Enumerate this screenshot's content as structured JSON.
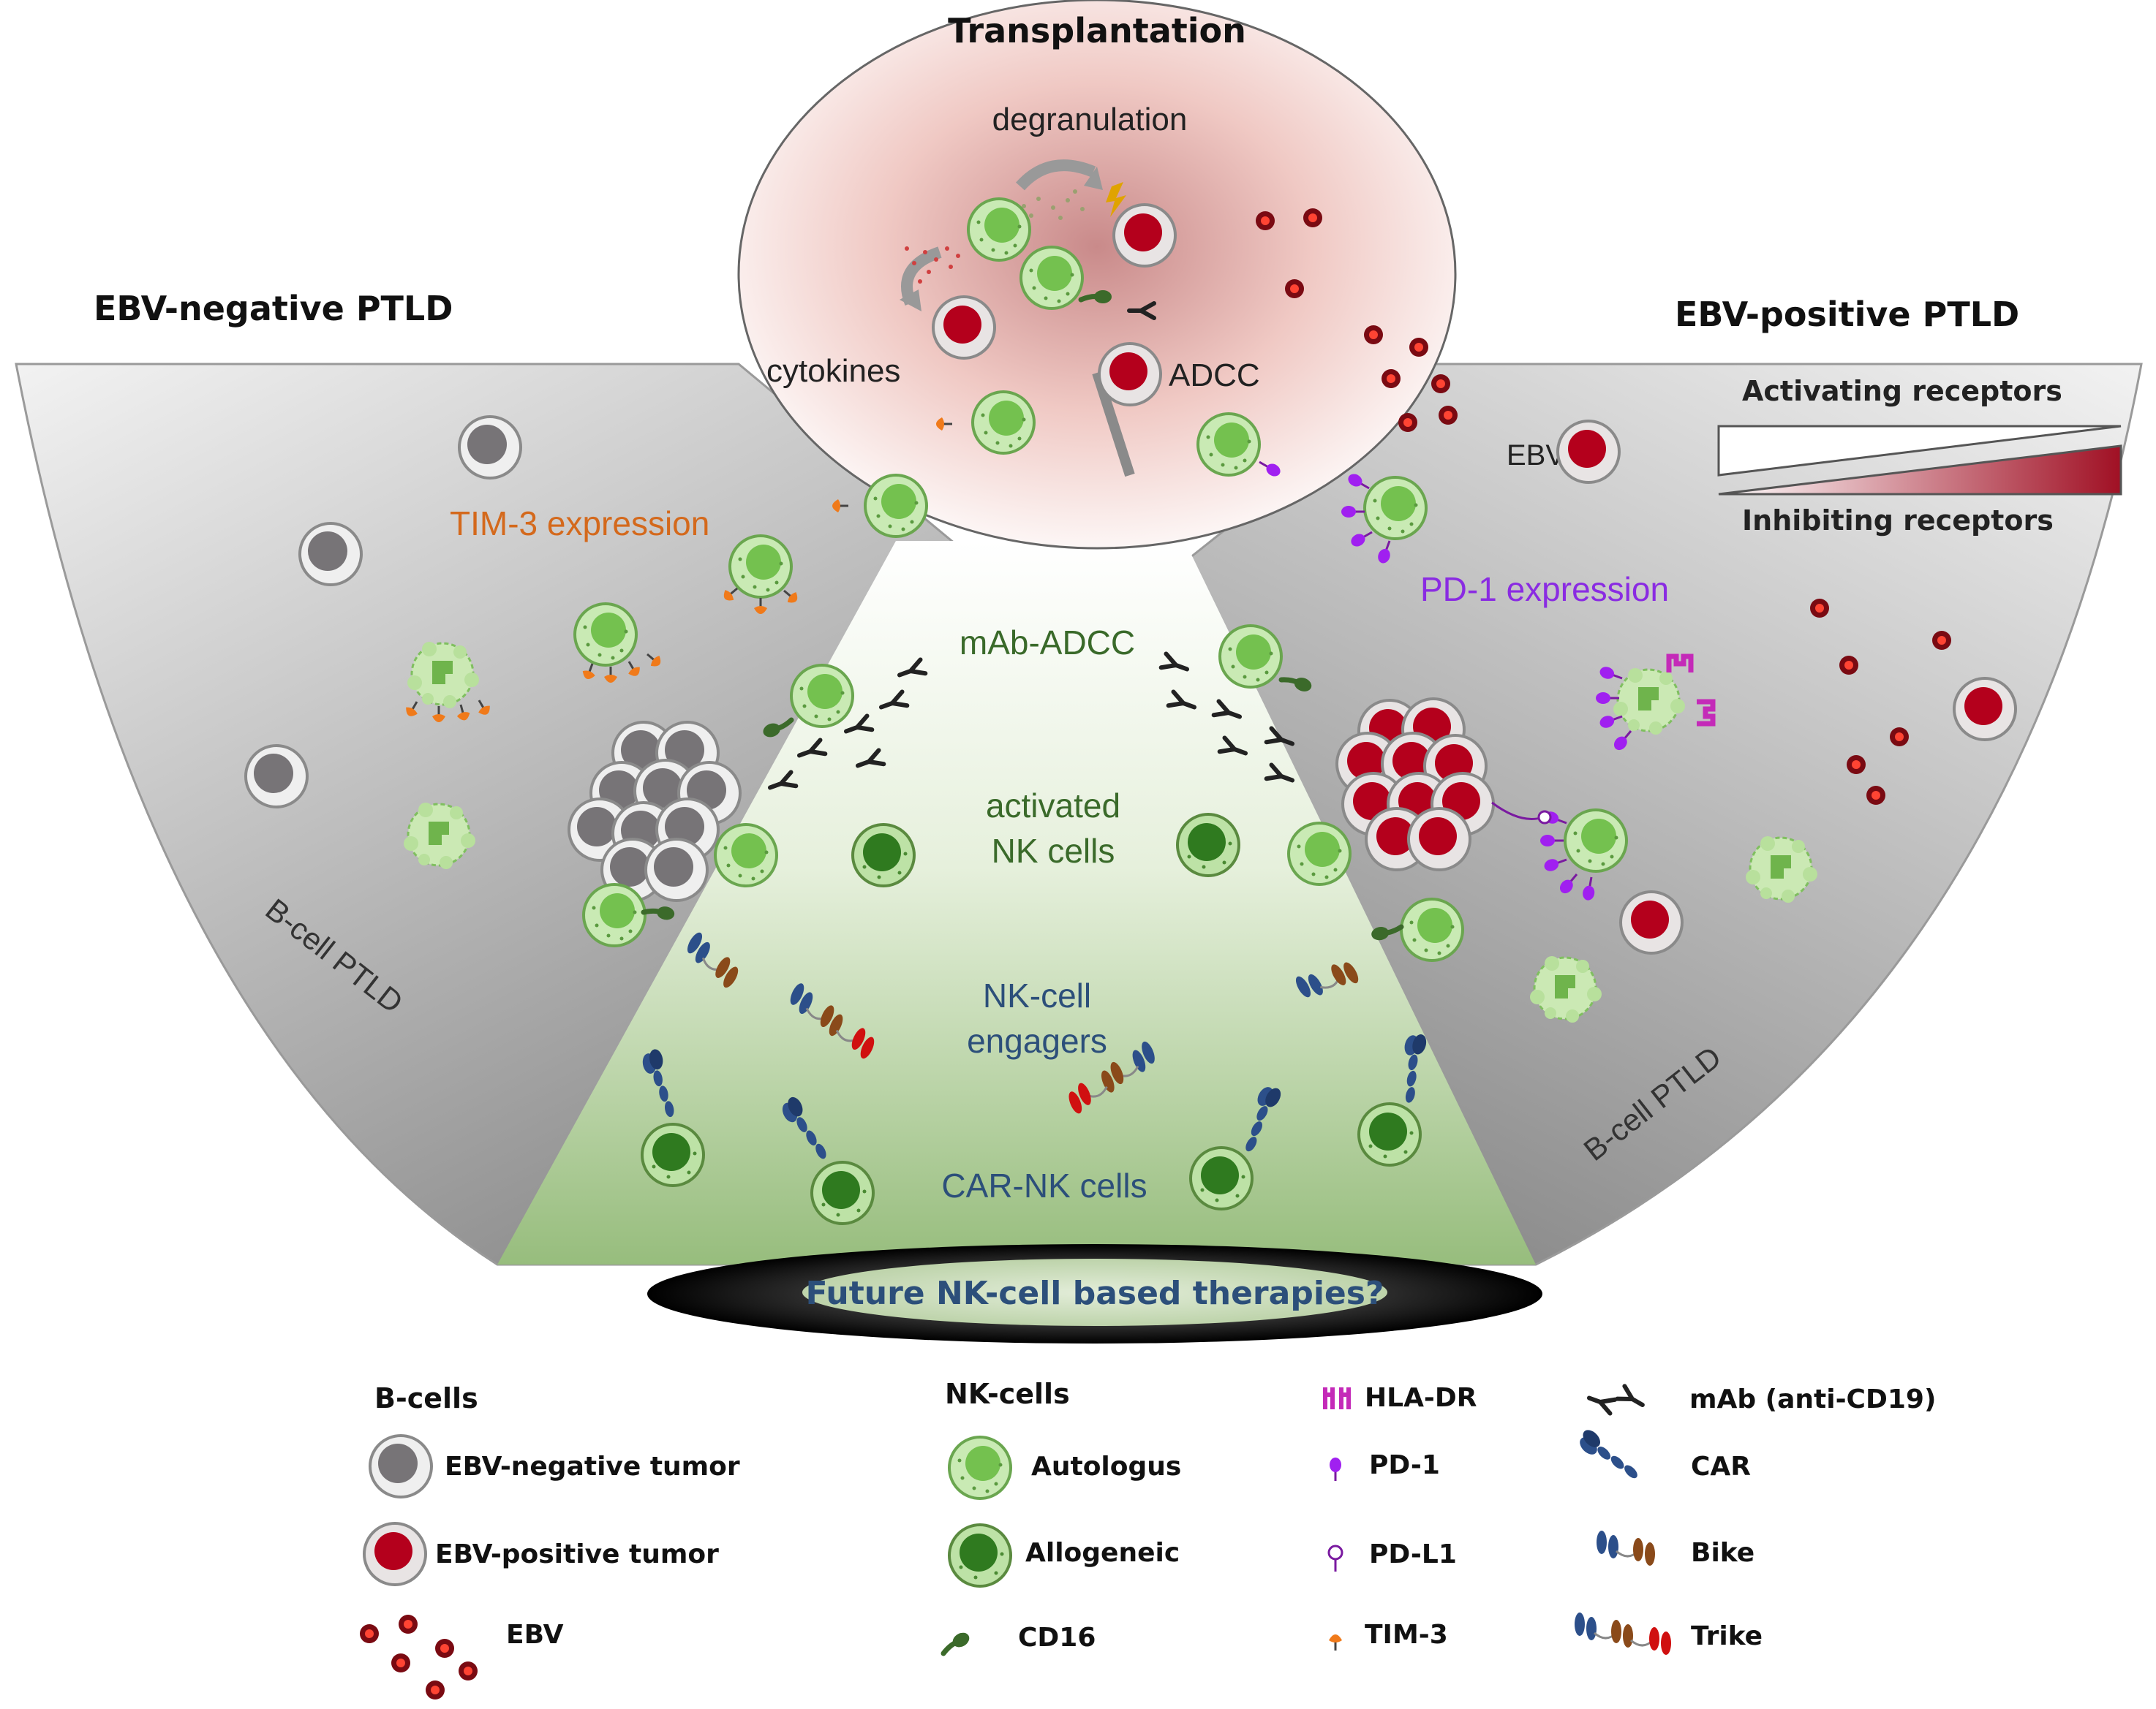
{
  "top_title": "Transplantation",
  "left_title": "EBV-negative PTLD",
  "right_title": "EBV-positive PTLD",
  "circle_labels": {
    "degranulation": "degranulation",
    "cytokines": "cytokines",
    "adcc": "ADCC"
  },
  "left_panel": {
    "tim3": "TIM-3 expression",
    "bcell": "B-cell PTLD"
  },
  "right_panel": {
    "ebv": "EBV",
    "pd1": "PD-1 expression",
    "bcell": "B-cell PTLD",
    "activating": "Activating receptors",
    "inhibiting": "Inhibiting receptors"
  },
  "center_panel": {
    "mab_adcc": "mAb-ADCC",
    "activated_1": "activated",
    "activated_2": "NK cells",
    "engagers_1": "NK-cell",
    "engagers_2": "engagers",
    "car": "CAR-NK cells",
    "future": "Future NK-cell based therapies?"
  },
  "legend": {
    "bcells_title": "B-cells",
    "ebv_neg_tumor": "EBV-negative tumor",
    "ebv_pos_tumor": "EBV-positive tumor",
    "ebv": "EBV",
    "nkcells_title": "NK-cells",
    "autologus": "Autologus",
    "allogeneic": "Allogeneic",
    "cd16": "CD16",
    "hla_dr": "HLA-DR",
    "pd1": "PD-1",
    "pdl1": "PD-L1",
    "tim3": "TIM-3",
    "mab": "mAb (anti-CD19)",
    "car": "CAR",
    "bike": "Bike",
    "trike": "Trike"
  },
  "colors": {
    "nk_light": "#8dd16a",
    "nk_dark": "#3b8a2a",
    "tumor_grey": "#7d7a7d",
    "tumor_red": "#b4001c",
    "tim3_orange": "#f07a1a",
    "pd1_purple": "#a020f0",
    "hla_magenta": "#c42ab8",
    "text_green": "#3a6a2a",
    "text_blue": "#2c4f7a",
    "text_purple": "#8a2be2",
    "text_orange": "#d4691c"
  }
}
